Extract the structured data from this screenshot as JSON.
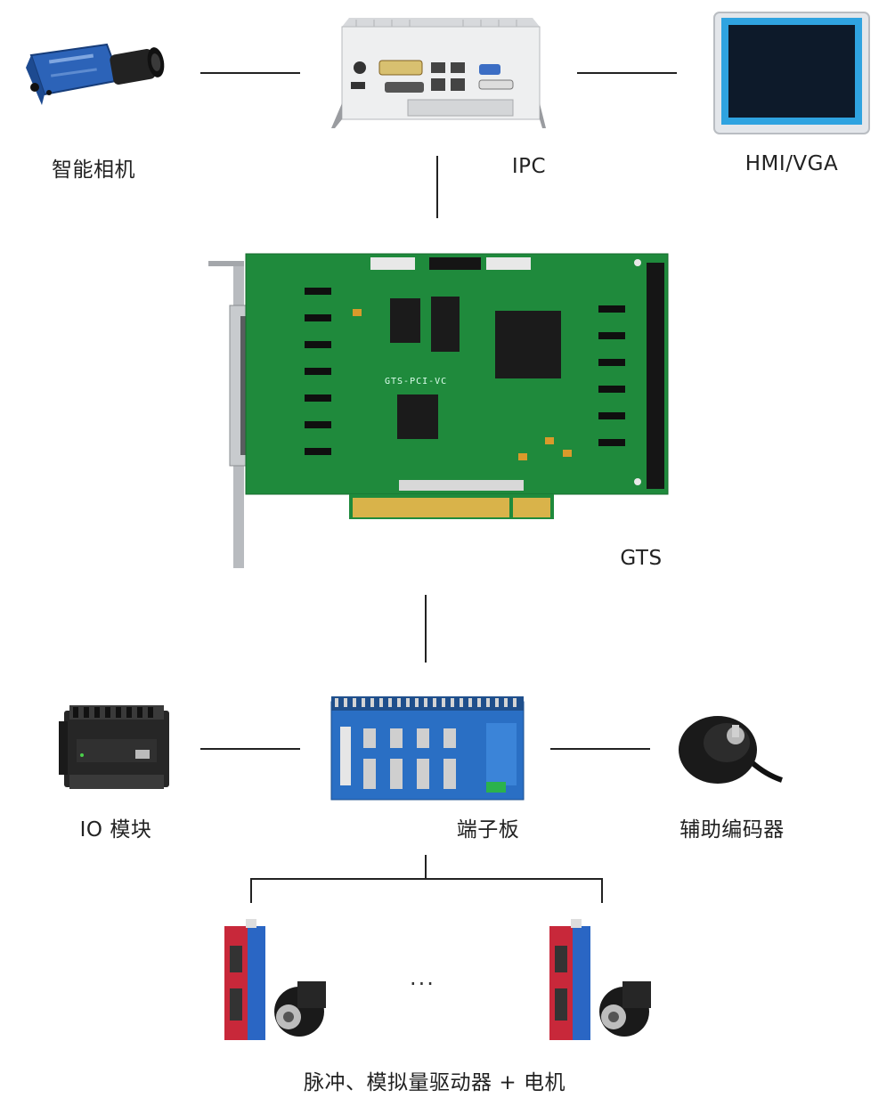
{
  "diagram": {
    "nodes": {
      "camera": {
        "label": "智能相机",
        "icon": "smart-camera-icon"
      },
      "ipc": {
        "label": "IPC",
        "icon": "industrial-pc-icon"
      },
      "hmi": {
        "label": "HMI/VGA",
        "icon": "touch-monitor-icon"
      },
      "gts": {
        "label": "GTS",
        "icon": "motion-control-card-icon",
        "board_text": "GTS-PCI-VC"
      },
      "io": {
        "label": "IO 模块",
        "icon": "io-module-icon"
      },
      "terminal": {
        "label": "端子板",
        "icon": "terminal-board-icon"
      },
      "encoder": {
        "label": "辅助编码器",
        "icon": "rotary-encoder-icon"
      },
      "drives": {
        "label": "脉冲、模拟量驱动器 + 电机",
        "icon": "servo-drive-motor-icon",
        "ellipsis": "..."
      }
    },
    "colors": {
      "pcb_green": "#1f8a3c",
      "terminal_blue": "#2a6fc4",
      "camera_blue": "#2c63b8",
      "drive_red": "#c8283a",
      "line": "#222222"
    }
  }
}
